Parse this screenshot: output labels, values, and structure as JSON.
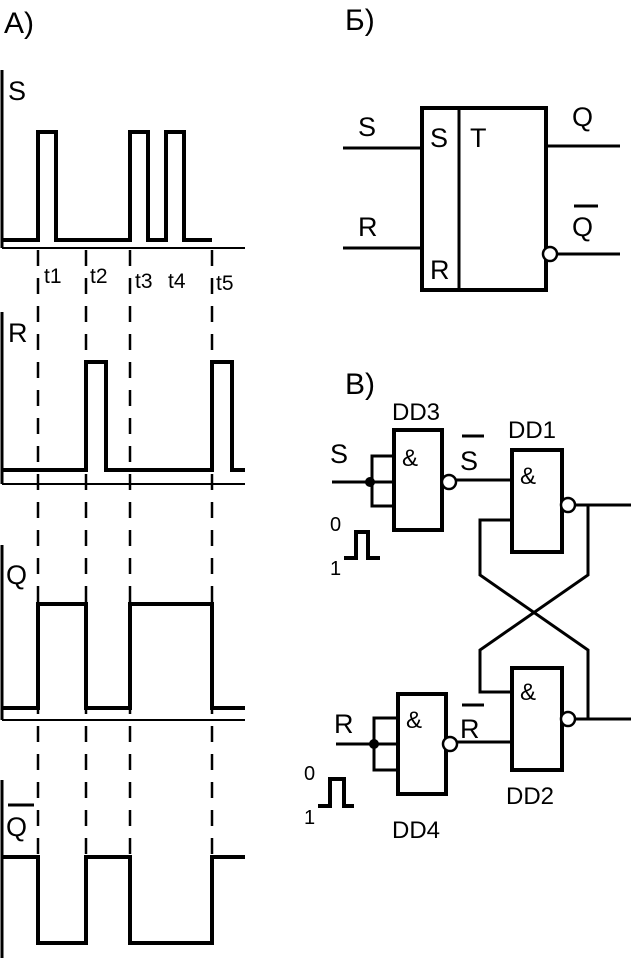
{
  "panels": {
    "a": "А)",
    "b": "Б)",
    "c": "В)"
  },
  "timing": {
    "signals": [
      "S",
      "R",
      "Q",
      "Q"
    ],
    "ticks": [
      "t1",
      "t2",
      "t3",
      "t4",
      "t5"
    ]
  },
  "flipflop": {
    "inputs": [
      "S",
      "R"
    ],
    "pins": [
      "S",
      "R",
      "T"
    ],
    "outputs": [
      "Q",
      "Q"
    ]
  },
  "circuit": {
    "inputs": [
      "S",
      "R"
    ],
    "inverted_labels": [
      "S",
      "R"
    ],
    "gates": [
      {
        "name": "DD3",
        "symbol": "&"
      },
      {
        "name": "DD1",
        "symbol": "&"
      },
      {
        "name": "DD4",
        "symbol": "&"
      },
      {
        "name": "DD2",
        "symbol": "&"
      }
    ],
    "pulse_labels": [
      {
        "top": "0",
        "bottom": "1"
      },
      {
        "top": "0",
        "bottom": "1"
      }
    ]
  }
}
